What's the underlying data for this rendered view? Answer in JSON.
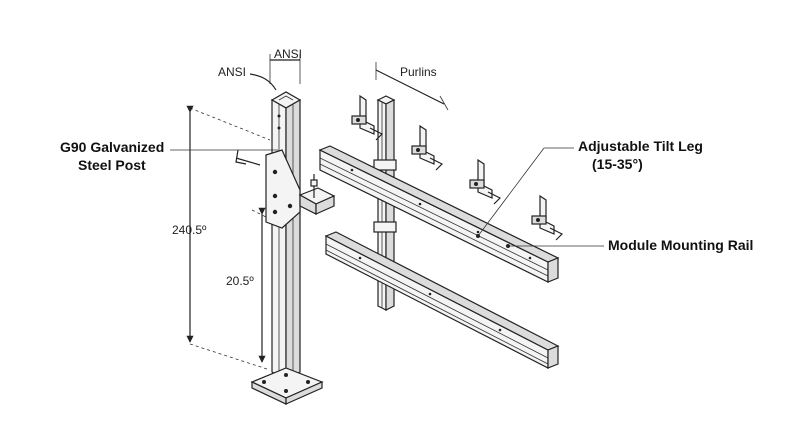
{
  "labels": {
    "post": [
      "G90 Galvanized",
      "Steel Post"
    ],
    "tilt_leg": [
      "Adjustable Tilt Leg",
      "(15-35°)"
    ],
    "rail": "Module Mounting Rail",
    "purlins": "Purlins",
    "ansi_left": "ANSI",
    "ansi_right": "ANSI",
    "dim_total": "240.5º",
    "dim_lower": "20.5º"
  }
}
